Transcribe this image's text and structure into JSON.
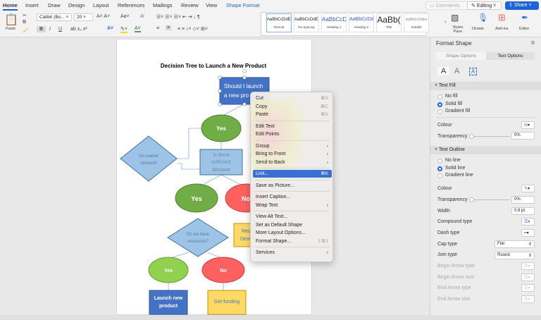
{
  "tabs": [
    "Home",
    "Insert",
    "Draw",
    "Design",
    "Layout",
    "References",
    "Mailings",
    "Review",
    "View",
    "Shape Format"
  ],
  "top": {
    "comments": "Comments",
    "editing": "Editing",
    "share": "Share"
  },
  "ribbon": {
    "paste": "Paste",
    "font": "Calibri (Bo...",
    "size": "20",
    "bold": "B",
    "italic": "I",
    "underline": "U",
    "styles": [
      {
        "sample": "AaBbCcDdEe",
        "name": "Normal"
      },
      {
        "sample": "AaBbCcDdEe",
        "name": "No Spacing"
      },
      {
        "sample": "AaBbCcDc",
        "name": "Heading 1"
      },
      {
        "sample": "AaBbCcDdEe",
        "name": "Heading 2"
      },
      {
        "sample": "AaBb(",
        "name": "Title"
      },
      {
        "sample": "AaBbCcDdEe",
        "name": "Subtitle"
      }
    ],
    "styles_pane": "Styles Pane",
    "dictate": "Dictate",
    "addins": "Add-ins",
    "editor": "Editor"
  },
  "diagram": {
    "title": "Decision Tree to Launch a New Product",
    "q1": [
      "Should I launch",
      "a new pro"
    ],
    "yes1": "Yes",
    "market": [
      "Do market",
      "research"
    ],
    "demand": [
      "Is there",
      "sufficient",
      "demand"
    ],
    "yes2": "Yes",
    "no2": "No",
    "resources": [
      "Do we have",
      "resources?"
    ],
    "req": [
      "Rec",
      "Deve"
    ],
    "yes3": "Yes",
    "no3": "No",
    "launch": [
      "Launch new",
      "product"
    ],
    "funding": "Get funding"
  },
  "menu": [
    {
      "label": "Cut",
      "key": "⌘X"
    },
    {
      "label": "Copy",
      "key": "⌘C"
    },
    {
      "label": "Paste",
      "key": "⌘V"
    },
    {
      "sep": true
    },
    {
      "label": "Edit Text"
    },
    {
      "label": "Edit Points"
    },
    {
      "sep": true
    },
    {
      "label": "Group",
      "arrow": true
    },
    {
      "label": "Bring to Front",
      "arrow": true
    },
    {
      "label": "Send to Back",
      "arrow": true
    },
    {
      "sep": true
    },
    {
      "label": "Link...",
      "key": "⌘K",
      "hl": true
    },
    {
      "sep": true
    },
    {
      "label": "Save as Picture..."
    },
    {
      "sep": true
    },
    {
      "label": "Insert Caption..."
    },
    {
      "label": "Wrap Text",
      "arrow": true
    },
    {
      "sep": true
    },
    {
      "label": "View Alt Text..."
    },
    {
      "label": "Set as Default Shape"
    },
    {
      "label": "More Layout Options..."
    },
    {
      "label": "Format Shape...",
      "key": "⇧⌘1"
    },
    {
      "sep": true
    },
    {
      "label": "Services",
      "arrow": true
    }
  ],
  "pane": {
    "title": "Format Shape",
    "tab_shape": "Shape Options",
    "tab_text": "Text Options",
    "text_fill": "Text Fill",
    "fill_opts": [
      "No fill",
      "Solid fill",
      "Gradient fill"
    ],
    "fill_selected": 1,
    "colour": "Colour",
    "transparency": "Transparency",
    "fill_transparency": "0%",
    "text_outline": "Text Outline",
    "line_opts": [
      "No line",
      "Solid line",
      "Gradient line"
    ],
    "line_selected": 1,
    "line_transparency": "0%",
    "width": "Width",
    "width_value": "0.8 pt",
    "compound": "Compound type",
    "dash": "Dash type",
    "cap": "Cap type",
    "cap_value": "Flat",
    "join": "Join type",
    "join_value": "Round",
    "begin_arrow_type": "Begin Arrow type",
    "begin_arrow_size": "Begin Arrow size",
    "end_arrow_type": "End Arrow type",
    "end_arrow_size": "End Arrow size"
  },
  "colors": {
    "accent": "#1f5fd0",
    "blue_box": "#4472c4",
    "green": "#70ad47",
    "light_green": "#92d050",
    "red": "#ff6161",
    "light_blue": "#9dc3e6",
    "yellow": "#ffd966"
  }
}
